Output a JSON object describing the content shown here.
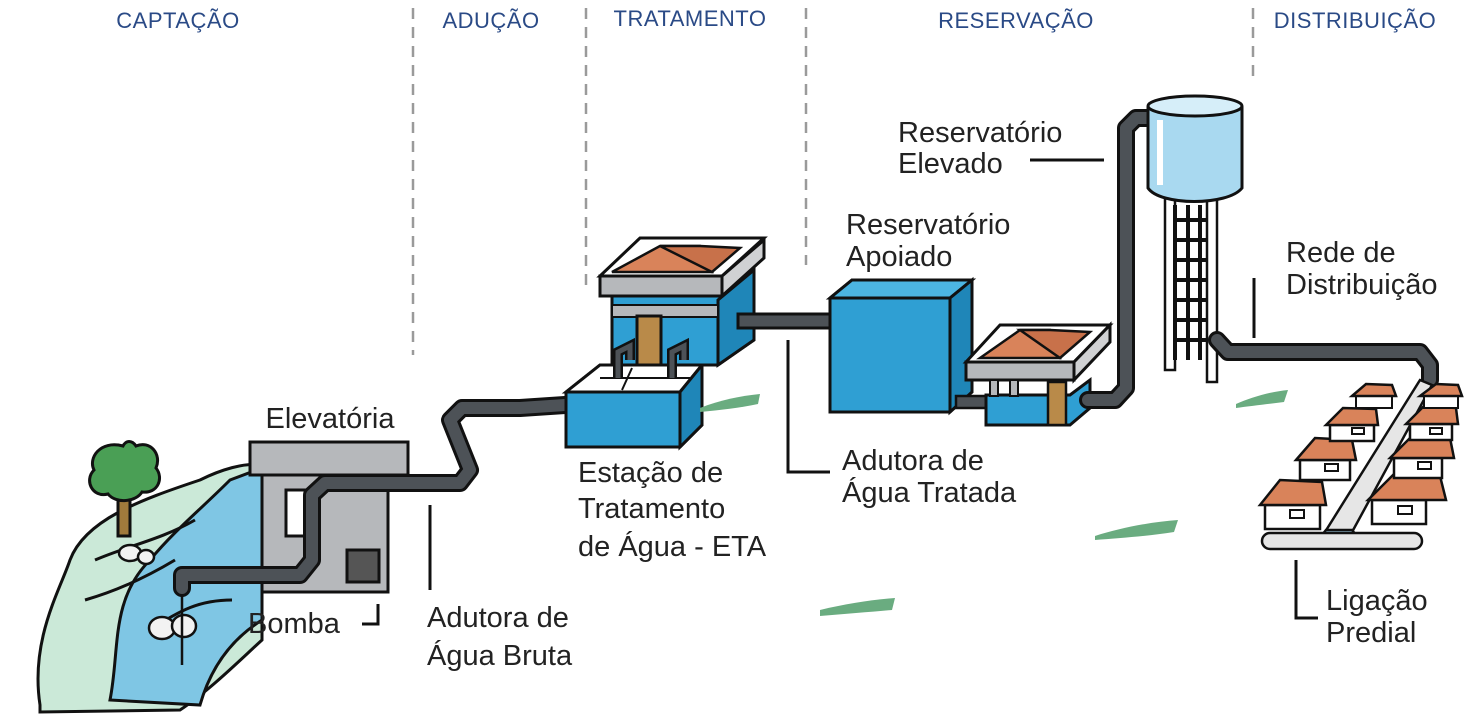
{
  "stages": [
    "CAPTAÇÃO",
    "ADUÇÃO",
    "TRATAMENTO",
    "RESERVAÇÃO",
    "DISTRIBUIÇÃO"
  ],
  "labels": {
    "elevatoria": "Elevatória",
    "bomba": "Bomba",
    "adutora_bruta": [
      "Adutora de",
      "Água Bruta"
    ],
    "eta": [
      "Estação de",
      "Tratamento",
      "de Água - ETA"
    ],
    "adutora_tratada": [
      "Adutora de",
      "Água Tratada"
    ],
    "reservatorio_apoiado": [
      "Reservatório",
      "Apoiado"
    ],
    "reservatorio_elevado": [
      "Reservatório",
      "Elevado"
    ],
    "rede": [
      "Rede de",
      "Distribuição"
    ],
    "ligacao": [
      "Ligação",
      "Predial"
    ]
  },
  "colors": {
    "stage_text": "#2a4a86",
    "tank_blue": "#2f9fd3",
    "pipe": "#4d5257",
    "roof": "#d9835a",
    "water": "#7fc6e4",
    "grass": "#6aac80"
  }
}
